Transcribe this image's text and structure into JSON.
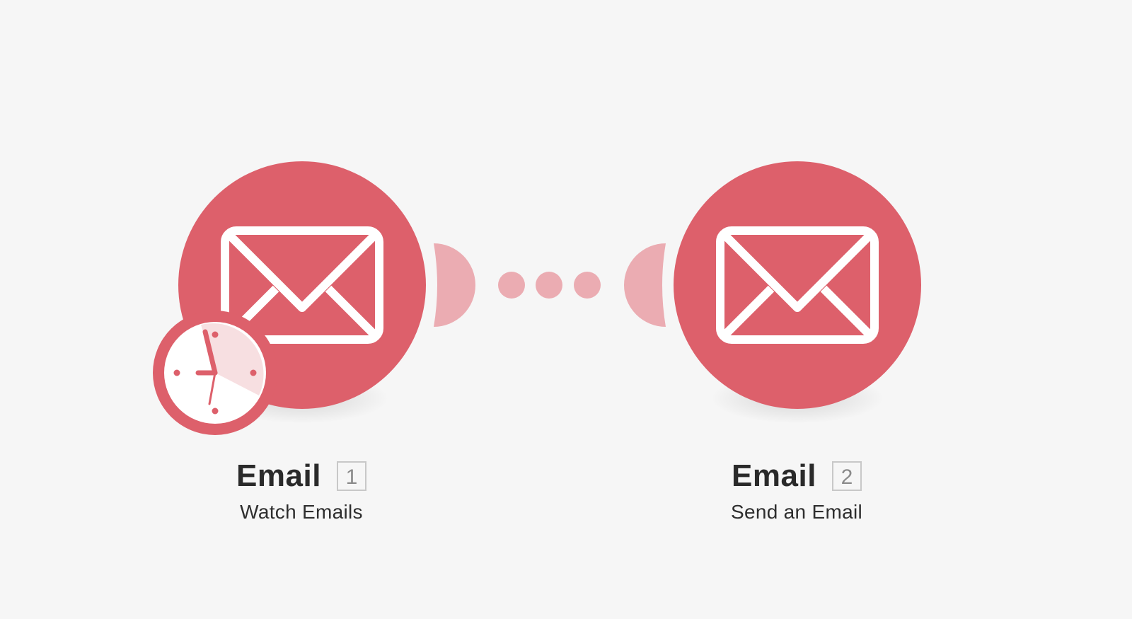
{
  "colors": {
    "module": "#dd606b",
    "handle": "#ebacb2",
    "icon": "#ffffff",
    "clock_hand": "#dd606b"
  },
  "modules": [
    {
      "title": "Email",
      "number": "1",
      "subtitle": "Watch Emails",
      "icon": "envelope-icon",
      "trigger_icon": "clock-icon"
    },
    {
      "title": "Email",
      "number": "2",
      "subtitle": "Send an Email",
      "icon": "envelope-icon"
    }
  ],
  "connector": {
    "dots": 3
  }
}
